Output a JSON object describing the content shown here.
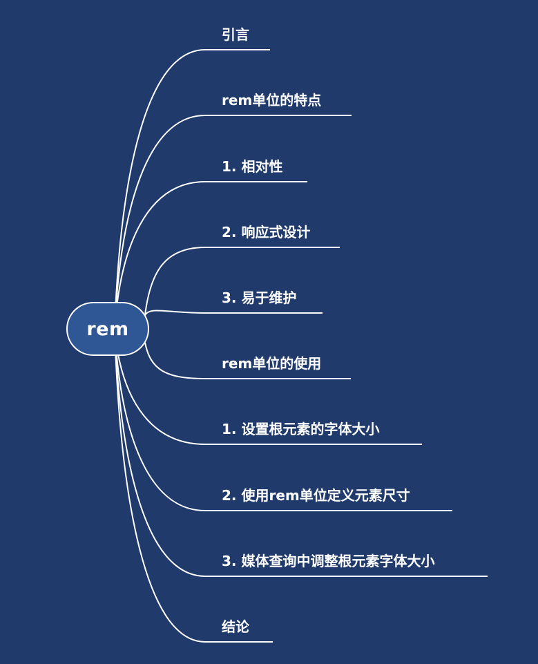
{
  "root": {
    "label": "rem"
  },
  "branches": [
    {
      "label": "引言"
    },
    {
      "label": "rem单位的特点"
    },
    {
      "label": "1. 相对性"
    },
    {
      "label": "2. 响应式设计"
    },
    {
      "label": "3. 易于维护"
    },
    {
      "label": "rem单位的使用"
    },
    {
      "label": "1. 设置根元素的字体大小"
    },
    {
      "label": "2. 使用rem单位定义元素尺寸"
    },
    {
      "label": "3. 媒体查询中调整根元素字体大小"
    },
    {
      "label": "结论"
    }
  ],
  "colors": {
    "background": "#1f3a6b",
    "root_fill": "#2f5795",
    "line": "#ffffff",
    "text": "#ffffff"
  }
}
